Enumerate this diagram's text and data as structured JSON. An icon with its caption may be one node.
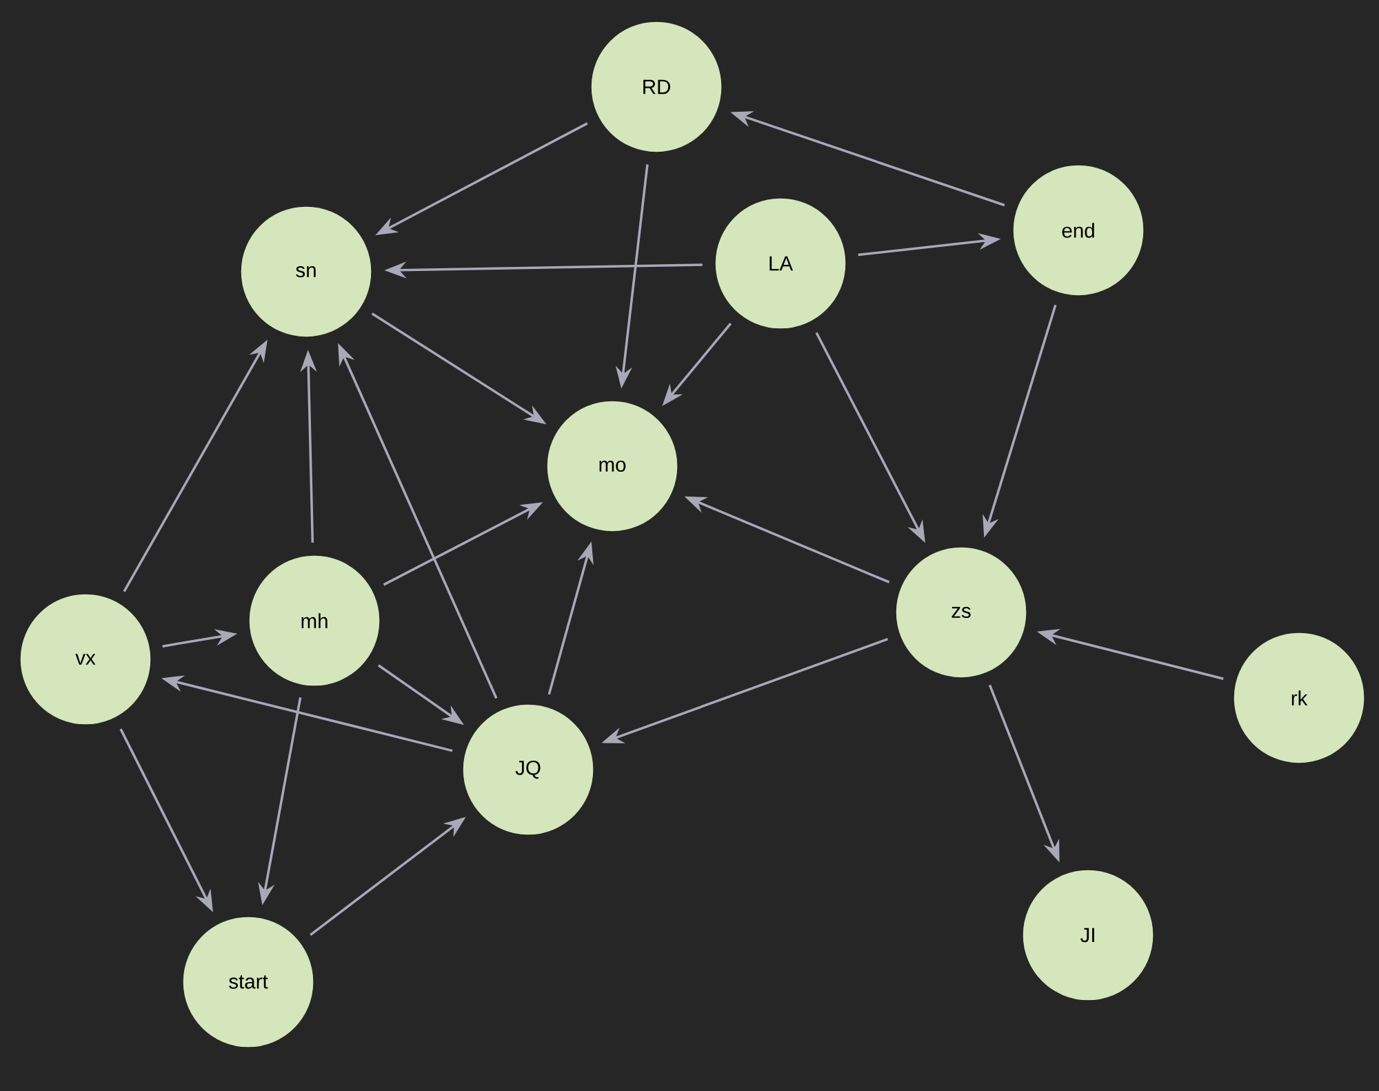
{
  "diagram": {
    "nodes": [
      {
        "text": [
          "RD"
        ]
      },
      {
        "text": [
          "sn"
        ]
      },
      {
        "text": [
          "LA"
        ]
      },
      {
        "text": [
          "end"
        ]
      },
      {
        "text": [
          "mo"
        ]
      },
      {
        "text": [
          "zs"
        ]
      },
      {
        "text": [
          "rk"
        ]
      },
      {
        "text": [
          "vx"
        ]
      },
      {
        "text": [
          "mh"
        ]
      },
      {
        "text": [
          "JQ"
        ]
      },
      {
        "text": [
          "start"
        ]
      },
      {
        "text": [
          "JI"
        ]
      }
    ],
    "edges": [
      {
        "from": 0,
        "to": 1,
        "arrow": "to"
      },
      {
        "from": 0,
        "to": 4,
        "arrow": "to"
      },
      {
        "from": 3,
        "to": 0,
        "arrow": "to"
      },
      {
        "from": 2,
        "to": 3,
        "arrow": "to"
      },
      {
        "from": 2,
        "to": 1,
        "arrow": "to"
      },
      {
        "from": 2,
        "to": 4,
        "arrow": "to"
      },
      {
        "from": 2,
        "to": 5,
        "arrow": "to"
      },
      {
        "from": 3,
        "to": 5,
        "arrow": "to"
      },
      {
        "from": 1,
        "to": 4,
        "arrow": "to"
      },
      {
        "from": 5,
        "to": 4,
        "arrow": "to"
      },
      {
        "from": 5,
        "to": 9,
        "arrow": "to"
      },
      {
        "from": 6,
        "to": 5,
        "arrow": "to"
      },
      {
        "from": 5,
        "to": 11,
        "arrow": "to"
      },
      {
        "from": 7,
        "to": 1,
        "arrow": "to"
      },
      {
        "from": 7,
        "to": 8,
        "arrow": "to"
      },
      {
        "from": 7,
        "to": 10,
        "arrow": "to"
      },
      {
        "from": 8,
        "to": 1,
        "arrow": "to"
      },
      {
        "from": 8,
        "to": 4,
        "arrow": "to"
      },
      {
        "from": 8,
        "to": 9,
        "arrow": "to"
      },
      {
        "from": 8,
        "to": 10,
        "arrow": "to"
      },
      {
        "from": 9,
        "to": 1,
        "arrow": "to"
      },
      {
        "from": 9,
        "to": 4,
        "arrow": "to"
      },
      {
        "from": 9,
        "to": 7,
        "arrow": "to"
      },
      {
        "from": 10,
        "to": 9,
        "arrow": "to"
      }
    ]
  }
}
